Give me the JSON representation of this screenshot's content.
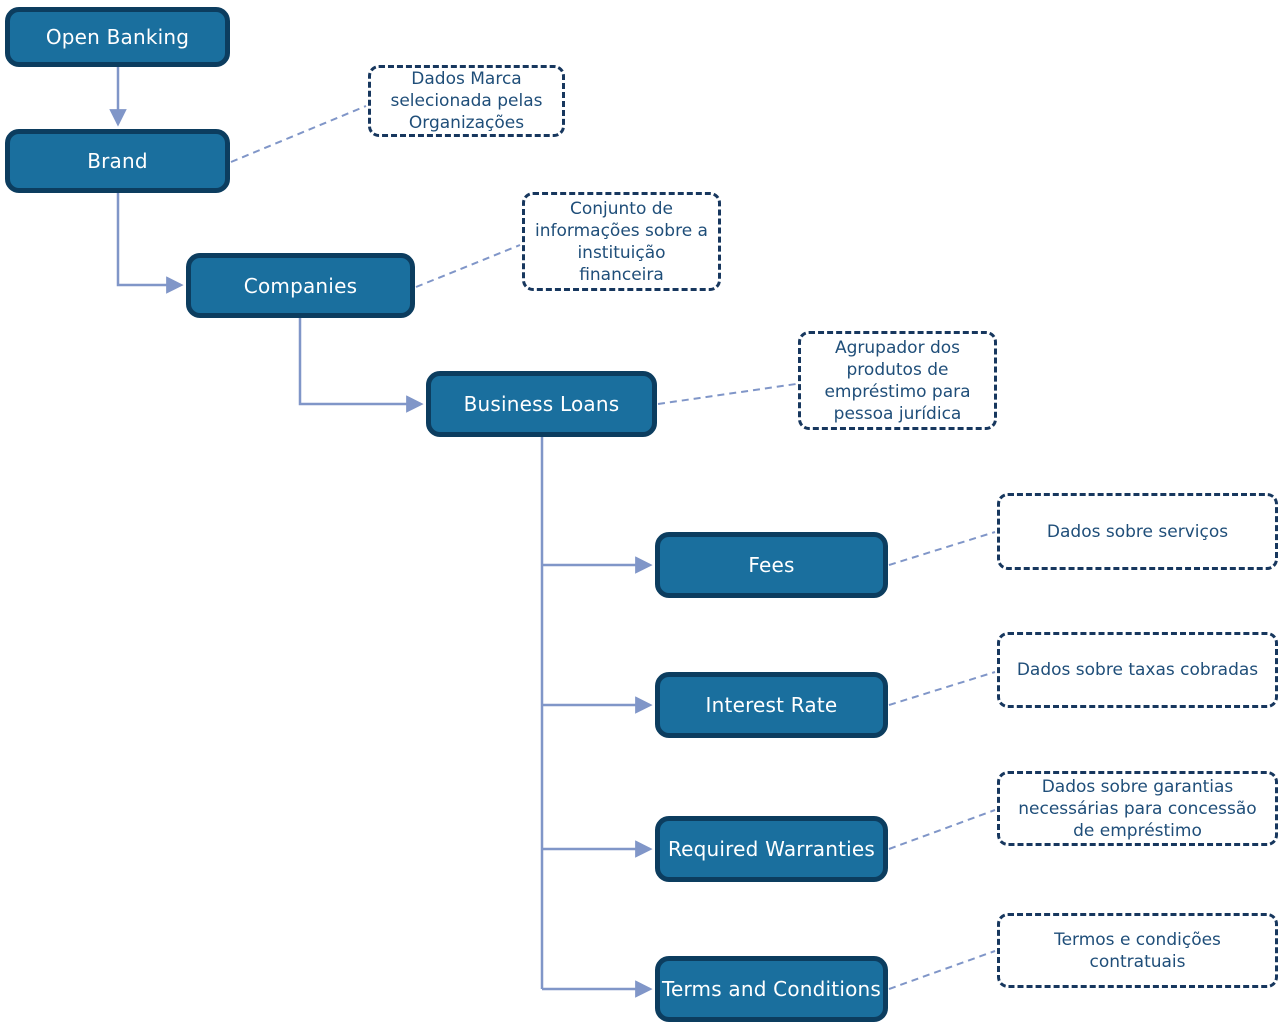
{
  "colors": {
    "node_fill": "#1A6F9E",
    "node_border": "#0C3D5F",
    "node_text": "#FFFFFF",
    "note_border": "#17375E",
    "note_text": "#1F4E79",
    "connector": "#8096C8",
    "background": "#FFFFFF"
  },
  "nodes": [
    {
      "id": "open-banking",
      "label": "Open Banking"
    },
    {
      "id": "brand",
      "label": "Brand"
    },
    {
      "id": "companies",
      "label": "Companies"
    },
    {
      "id": "business-loans",
      "label": "Business Loans"
    },
    {
      "id": "fees",
      "label": "Fees"
    },
    {
      "id": "interest-rate",
      "label": "Interest Rate"
    },
    {
      "id": "required-warranties",
      "label": "Required Warranties"
    },
    {
      "id": "terms-and-conditions",
      "label": "Terms and Conditions"
    }
  ],
  "notes": [
    {
      "for": "brand",
      "text": "Dados Marca\nselecionada pelas\nOrganizações"
    },
    {
      "for": "companies",
      "text": "Conjunto de\ninformações sobre a\ninstituição\nfinanceira"
    },
    {
      "for": "business-loans",
      "text": "Agrupador dos\nprodutos de\nempréstimo para\npessoa jurídica"
    },
    {
      "for": "fees",
      "text": "Dados sobre serviços"
    },
    {
      "for": "interest-rate",
      "text": "Dados sobre taxas cobradas"
    },
    {
      "for": "required-warranties",
      "text": "Dados sobre garantias\nnecessárias para concessão\nde empréstimo"
    },
    {
      "for": "terms-and-conditions",
      "text": "Termos e condições\ncontratuais"
    }
  ]
}
